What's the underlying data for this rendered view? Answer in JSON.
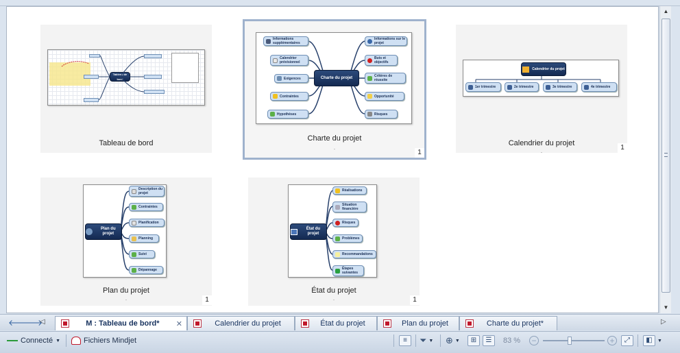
{
  "cards": [
    {
      "title": "Tableau de bord",
      "count": ""
    },
    {
      "title": "Charte du projet",
      "count": "1"
    },
    {
      "title": "Calendrier du projet",
      "count": "1"
    },
    {
      "title": "Plan du projet",
      "count": "1"
    },
    {
      "title": "État du projet",
      "count": "1"
    }
  ],
  "maps": {
    "charte": {
      "center": "Charte du projet",
      "left": [
        "Informations supplémentaires",
        "Calendrier prévisionnel",
        "Exigences",
        "Contraintes",
        "Hypothèses"
      ],
      "right": [
        "Informations sur le projet",
        "Buts et objectifs",
        "Critères de réussite",
        "Opportunité",
        "Risques"
      ]
    },
    "calendrier": {
      "center": "Calendrier du projet",
      "quarters": [
        "1er trimestre",
        "2e trimestre",
        "3e trimestre",
        "4e trimestre"
      ]
    },
    "plan": {
      "center": "Plan du projet",
      "branches": [
        "Description du projet",
        "Contraintes",
        "Planification",
        "Planning",
        "Suivi",
        "Dépannage"
      ]
    },
    "etat": {
      "center": "État du projet",
      "branches": [
        "Réalisations",
        "Situation financière",
        "Risques",
        "Problèmes",
        "Recommandations",
        "Étapes suivantes"
      ]
    },
    "tableau": {
      "center": "Tableau de bord"
    }
  },
  "tabs": [
    {
      "label": "M : Tableau de bord*",
      "active": true
    },
    {
      "label": "Calendrier du projet"
    },
    {
      "label": "État du projet"
    },
    {
      "label": "Plan du projet"
    },
    {
      "label": "Charte du projet*"
    }
  ],
  "status": {
    "connection": "Connecté",
    "files": "Fichiers Mindjet",
    "zoom": "83 %"
  },
  "icons": {
    "back": "arrow-left-icon",
    "forward": "arrow-right-icon",
    "filter": "filter-icon",
    "zoom_out": "zoom-out-icon",
    "zoom_in": "zoom-in-icon",
    "fit": "fit-page-icon"
  }
}
